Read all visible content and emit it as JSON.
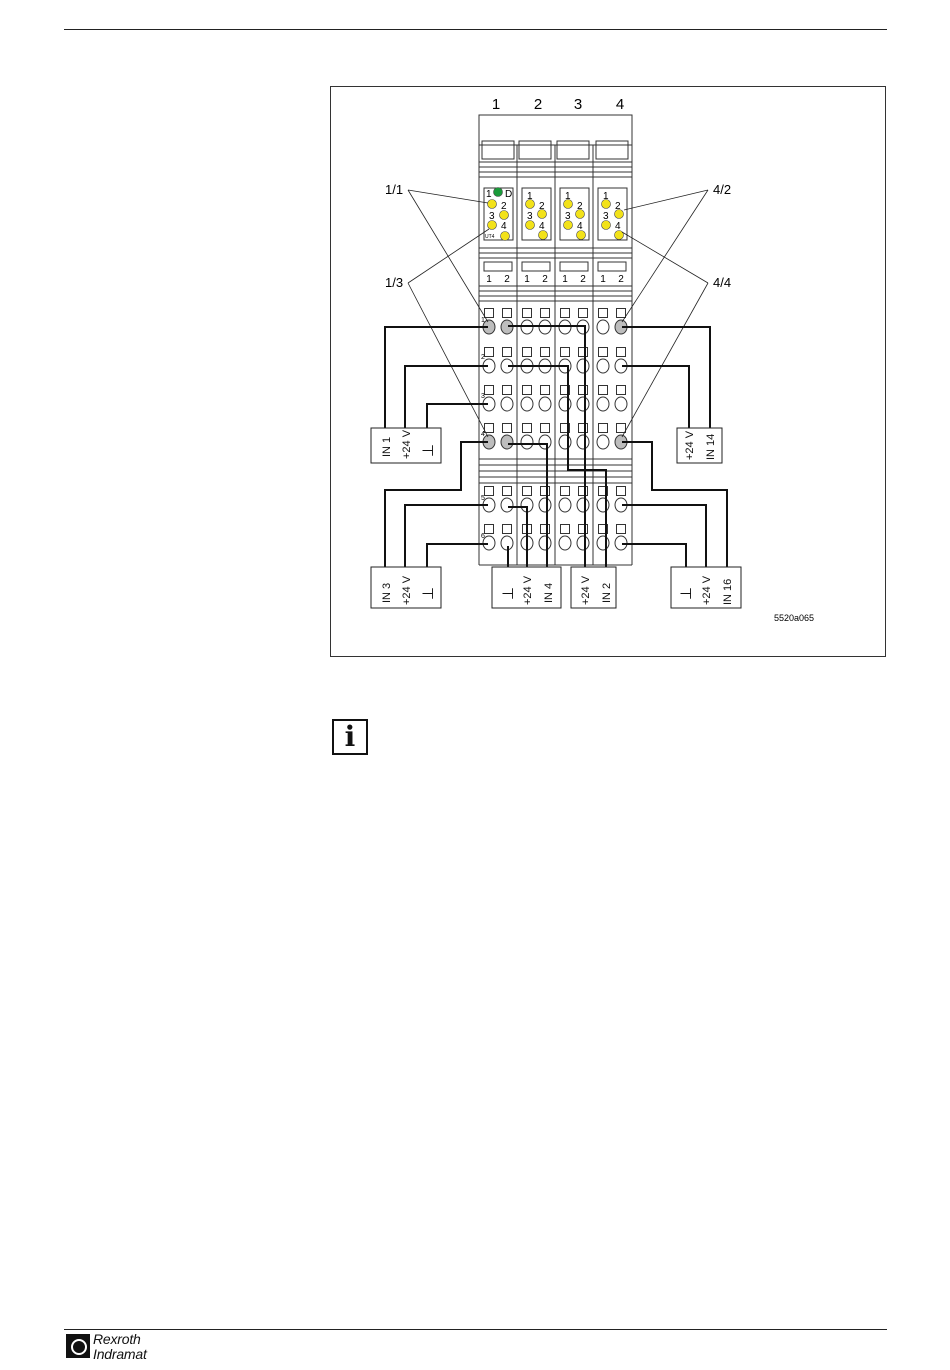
{
  "figure": {
    "column_numbers": [
      "1",
      "2",
      "3",
      "4"
    ],
    "module_leds": [
      {
        "labels": [
          "1",
          "D",
          "2",
          "3",
          "4"
        ],
        "tag": "UT4"
      },
      {
        "labels": [
          "1",
          "2",
          "3",
          "4"
        ]
      },
      {
        "labels": [
          "1",
          "2",
          "3",
          "4"
        ]
      },
      {
        "labels": [
          "1",
          "2",
          "3",
          "4"
        ]
      }
    ],
    "slot_labels": [
      "1",
      "2"
    ],
    "callouts": [
      "1/1",
      "1/3",
      "4/2",
      "4/4"
    ],
    "terminal_rows": [
      "1",
      "2",
      "3",
      "4",
      "5",
      "6"
    ],
    "boxes": {
      "in1": [
        "IN 1",
        "+24 V",
        "⊥"
      ],
      "in14": [
        "+24 V",
        "IN 14"
      ],
      "in3": [
        "IN 3",
        "+24 V",
        "⊥"
      ],
      "in4": [
        "⊥",
        "+24 V",
        "IN 4"
      ],
      "in2": [
        "+24 V",
        "IN 2"
      ],
      "in16": [
        "⊥",
        "+24 V",
        "IN 16"
      ]
    },
    "figure_id": "5520a065",
    "colors": {
      "led_yellow": "#f2e21a",
      "led_green": "#1a9a3a",
      "terminal_gray": "#bdbdbd"
    }
  },
  "info_icon": {
    "glyph": "i",
    "icon": "info-icon"
  },
  "footer": {
    "logo_line1": "Rexroth",
    "logo_line2": "Indramat"
  }
}
